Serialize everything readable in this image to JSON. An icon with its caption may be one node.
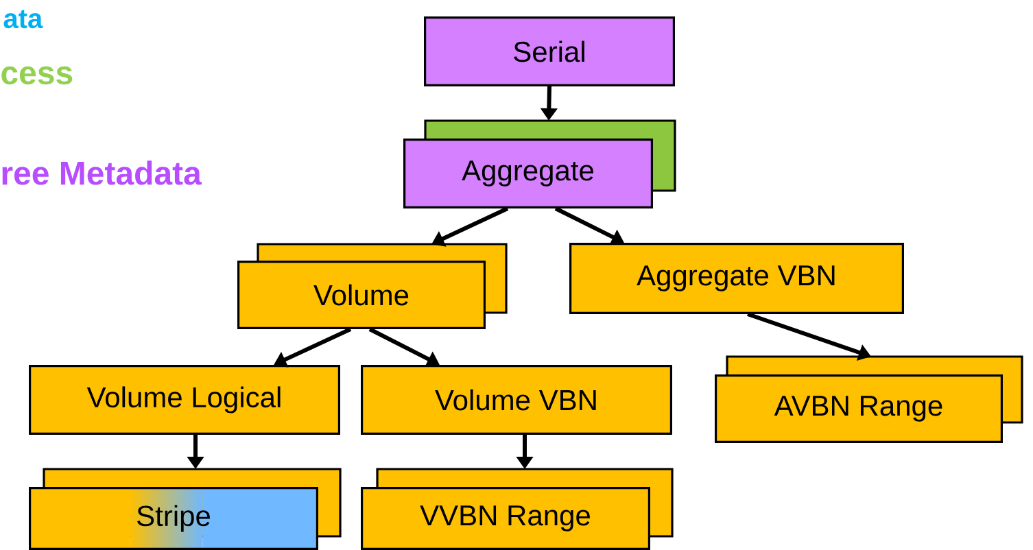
{
  "diagram": {
    "nodes": [
      {
        "text": [
          "Serial"
        ]
      },
      {
        "text": [
          "Aggregate"
        ]
      },
      {
        "text": [
          "Volume"
        ]
      },
      {
        "text": [
          "Aggregate VBN"
        ]
      },
      {
        "text": [
          "Volume Logical"
        ]
      },
      {
        "text": [
          "Volume VBN"
        ]
      },
      {
        "text": [
          "AVBN Range"
        ]
      },
      {
        "text": [
          "Stripe"
        ]
      },
      {
        "text": [
          "VVBN Range"
        ]
      }
    ],
    "edges": [
      {
        "from": 0,
        "to": 1,
        "arrow": "to"
      },
      {
        "from": 1,
        "to": 2,
        "arrow": "to"
      },
      {
        "from": 1,
        "to": 3,
        "arrow": "to"
      },
      {
        "from": 2,
        "to": 4,
        "arrow": "to"
      },
      {
        "from": 2,
        "to": 5,
        "arrow": "to"
      },
      {
        "from": 4,
        "to": 7,
        "arrow": "to"
      },
      {
        "from": 5,
        "to": 8,
        "arrow": "to"
      },
      {
        "from": 3,
        "to": 6,
        "arrow": "to"
      }
    ],
    "labels": [
      "ata",
      "cess",
      "ree Metadata"
    ]
  }
}
